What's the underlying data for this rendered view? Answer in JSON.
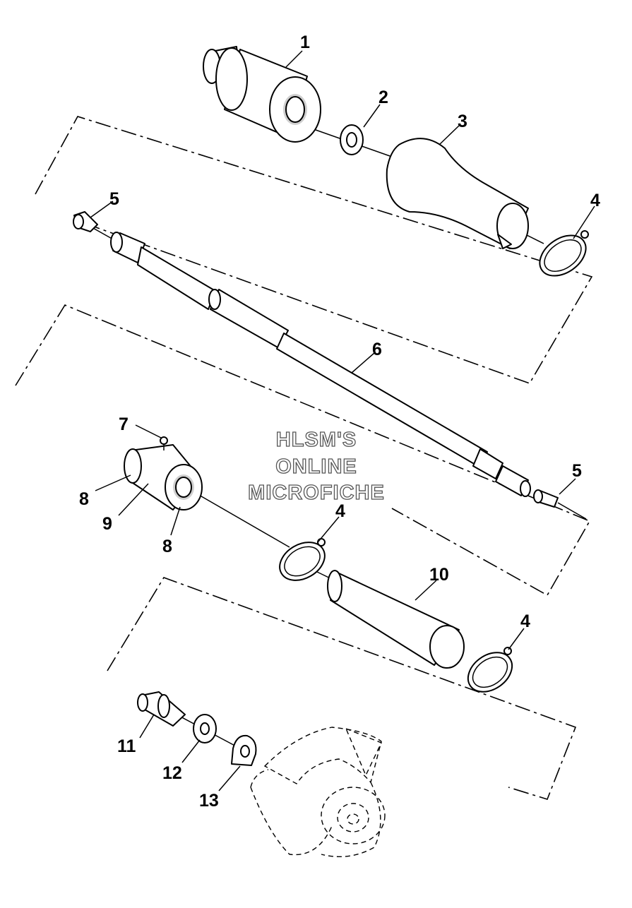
{
  "watermark": {
    "line1": "HLSM'S",
    "line2": "ONLINE",
    "line3": "MICROFICHE"
  },
  "callouts": {
    "c1": "1",
    "c2": "2",
    "c3": "3",
    "c4a": "4",
    "c4b": "4",
    "c4c": "4",
    "c5a": "5",
    "c5b": "5",
    "c6": "6",
    "c7": "7",
    "c8a": "8",
    "c8b": "8",
    "c9": "9",
    "c10": "10",
    "c11": "11",
    "c12": "12",
    "c13": "13"
  }
}
